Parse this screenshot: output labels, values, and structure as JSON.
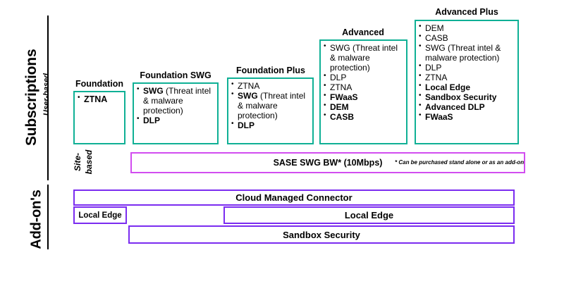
{
  "axis": {
    "subscriptions_label": "Subscriptions",
    "user_based_label": "User-based",
    "site_based_label": "Site-\nbased",
    "site_based_line1": "Site-",
    "site_based_line2": "based",
    "addons_label": "Add-on's"
  },
  "colors": {
    "teal": "#0FB095",
    "magenta": "#D24DF0",
    "violet": "#7B2CF0",
    "text": "#000000",
    "background": "#FFFFFF"
  },
  "tiers": [
    {
      "title": "Foundation",
      "items": [
        {
          "text": "ZTNA",
          "bold": true
        }
      ]
    },
    {
      "title": "Foundation SWG",
      "items": [
        {
          "text": "SWG",
          "bold": true,
          "suffix": " (Threat intel & malware protection)"
        },
        {
          "text": "DLP",
          "bold": true
        }
      ]
    },
    {
      "title": "Foundation Plus",
      "items": [
        {
          "text": "ZTNA",
          "bold": false
        },
        {
          "text": "SWG",
          "bold": true,
          "suffix": " (Threat intel & malware protection)"
        },
        {
          "text": "DLP",
          "bold": true
        }
      ]
    },
    {
      "title": "Advanced",
      "items": [
        {
          "text": "SWG (Threat intel & malware protection)",
          "bold": false
        },
        {
          "text": "DLP",
          "bold": false
        },
        {
          "text": "ZTNA",
          "bold": false
        },
        {
          "text": "FWaaS",
          "bold": true
        },
        {
          "text": "DEM",
          "bold": true
        },
        {
          "text": "CASB",
          "bold": true
        }
      ]
    },
    {
      "title": "Advanced Plus",
      "items": [
        {
          "text": "DEM",
          "bold": false
        },
        {
          "text": "CASB",
          "bold": false
        },
        {
          "text": "SWG (Threat intel & malware protection)",
          "bold": false
        },
        {
          "text": "DLP",
          "bold": false
        },
        {
          "text": "ZTNA",
          "bold": false
        },
        {
          "text": "Local Edge",
          "bold": true
        },
        {
          "text": "Sandbox Security",
          "bold": true
        },
        {
          "text": "Advanced DLP",
          "bold": true
        },
        {
          "text": "FWaaS",
          "bold": true
        }
      ]
    }
  ],
  "site_bar": {
    "label": "SASE SWG BW* (10Mbps)",
    "note": "* Can be purchased stand alone or as an add-on"
  },
  "addons": [
    {
      "label": "Cloud Managed Connector"
    },
    {
      "label": "Local Edge"
    },
    {
      "label": "Local Edge"
    },
    {
      "label": "Sandbox Security"
    }
  ]
}
